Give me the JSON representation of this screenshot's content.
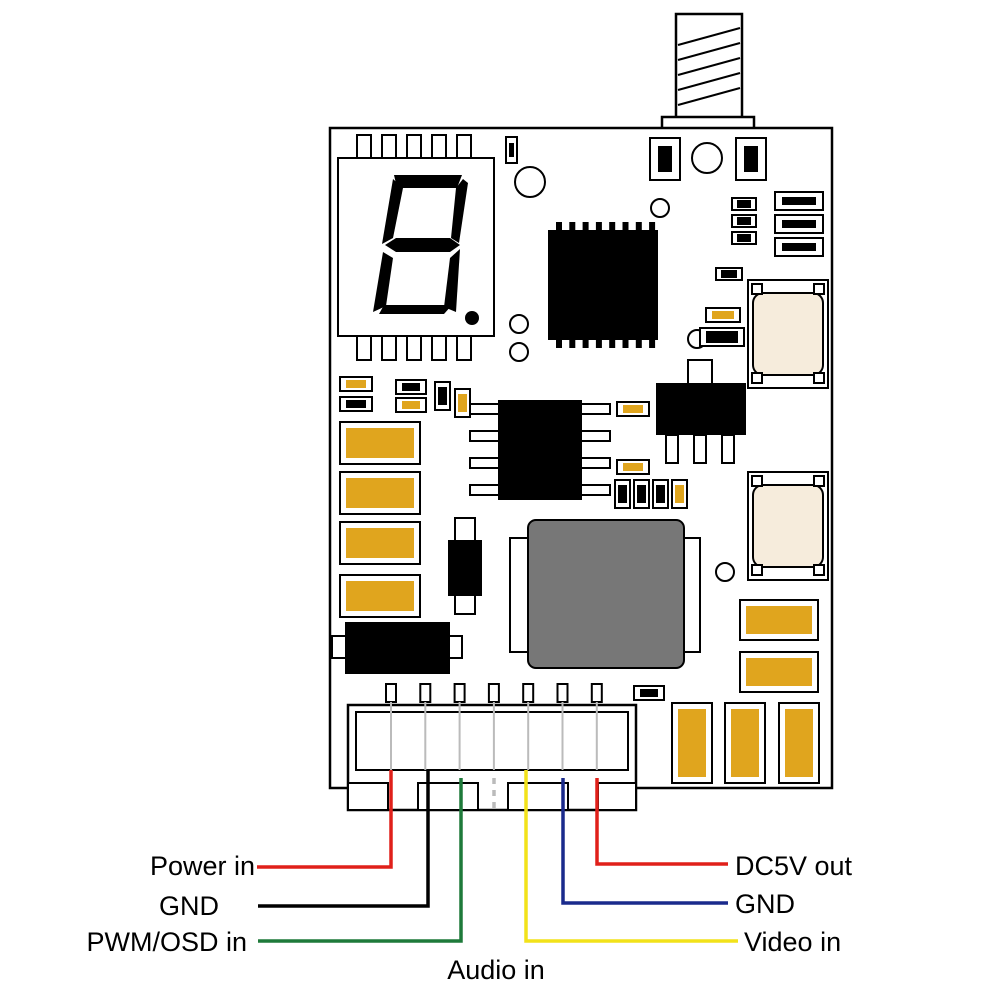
{
  "colors": {
    "outline": "#000000",
    "pad": "#e0a51e",
    "button": "#f6ecdc",
    "inductor": "#777777",
    "wire_power_in": "#e0201a",
    "wire_gnd_left": "#000000",
    "wire_pwm": "#1e7a3a",
    "wire_audio": "#bbbbbb",
    "wire_video": "#f2e21a",
    "wire_gnd_right": "#1a2a8c",
    "wire_dc5v": "#e0201a"
  },
  "display": {
    "digit": "8",
    "decimal_point": true
  },
  "connector": {
    "pin_count": 7
  },
  "labels": {
    "power_in": "Power in",
    "gnd_left": "GND",
    "pwm_osd_in": "PWM/OSD in",
    "audio_in": "Audio in",
    "dc5v_out": "DC5V out",
    "gnd_right": "GND",
    "video_in": "Video in"
  }
}
